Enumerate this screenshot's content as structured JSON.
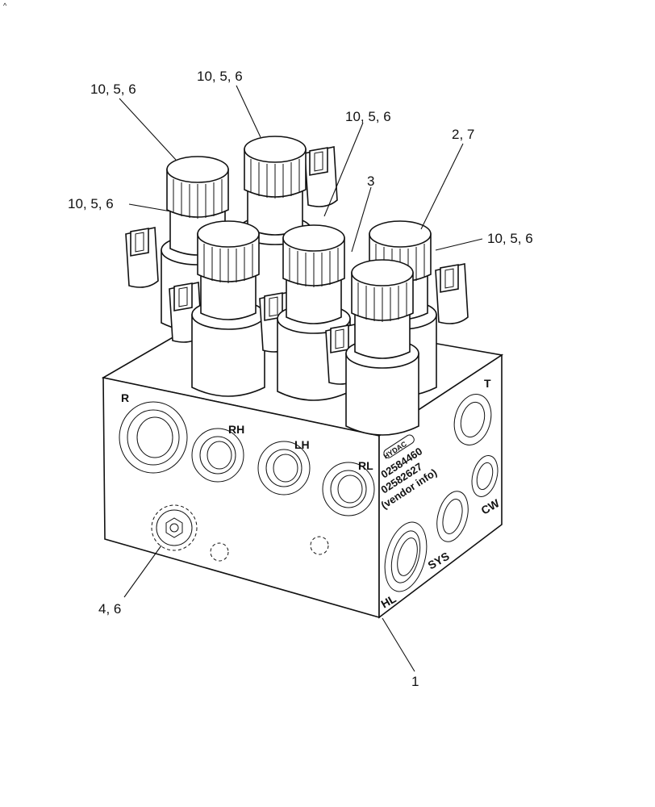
{
  "callouts": {
    "c1": "10, 5, 6",
    "c2": "10, 5, 6",
    "c3": "10, 5, 6",
    "c4": "10, 5, 6",
    "c5": "2, 7",
    "c6": "3",
    "c7": "10, 5, 6",
    "c8": "4, 6",
    "c9": "1",
    "c10": "^"
  },
  "ports": {
    "r": "R",
    "rh": "RH",
    "lh": "LH",
    "rl": "RL",
    "t": "T",
    "cw": "CW",
    "sys": "SYS",
    "hl": "HL"
  },
  "engraving": {
    "brand": "HYDAC",
    "part1": "02584460",
    "part2": "02582627",
    "vendor": "(vendor info)"
  }
}
